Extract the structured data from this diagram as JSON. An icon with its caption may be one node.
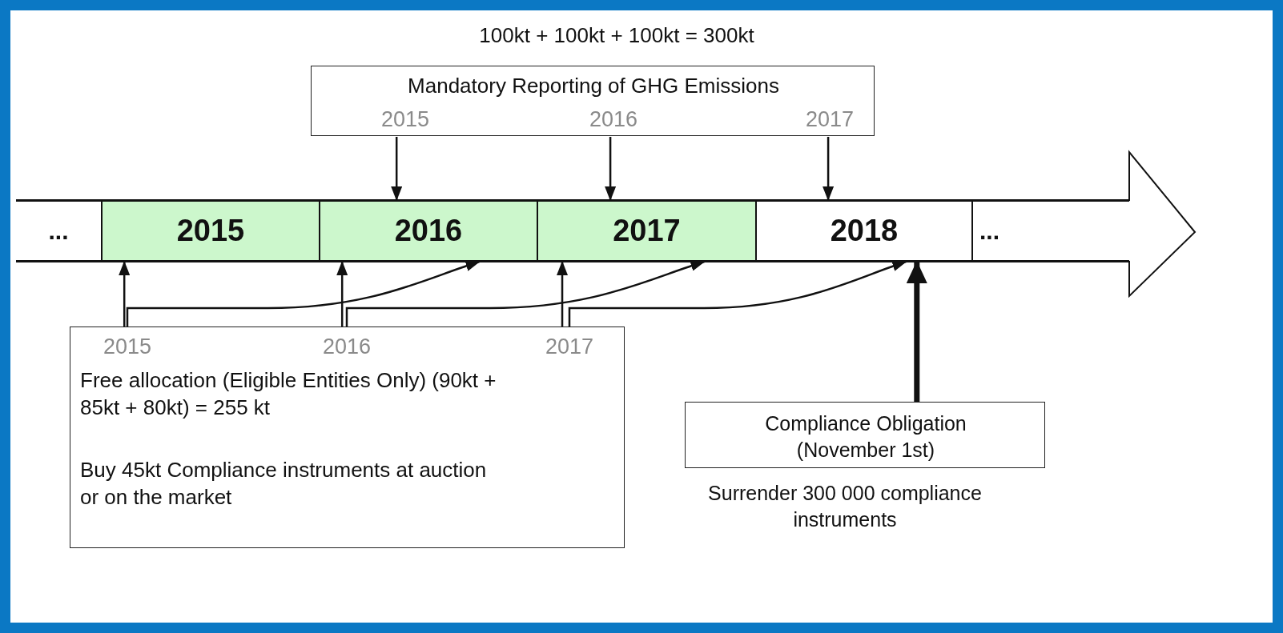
{
  "diagram": {
    "nodes": [
      {
        "text": [
          "..."
        ]
      },
      {
        "text": [
          "2015"
        ]
      },
      {
        "text": [
          "2016"
        ]
      },
      {
        "text": [
          "2017"
        ]
      },
      {
        "text": [
          "2018"
        ]
      },
      {
        "text": [
          "..."
        ]
      },
      {
        "text": [
          "Mandatory Reporting of GHG Emissions"
        ]
      },
      {
        "text": [
          "2015"
        ],
        "in": 6
      },
      {
        "text": [
          "2016"
        ],
        "in": 6
      },
      {
        "text": [
          "2017"
        ],
        "in": 6
      },
      {
        "text": [
          "Free allocation (Eligible Entities Only) (90kt + 85kt + 80kt) = 255 kt",
          "Buy 45kt Compliance instruments at auction or on the market"
        ]
      },
      {
        "text": [
          "2015"
        ],
        "in": 10
      },
      {
        "text": [
          "2016"
        ],
        "in": 10
      },
      {
        "text": [
          "2017"
        ],
        "in": 10
      },
      {
        "text": [
          "Compliance Obligation (November 1st)"
        ],
        "beside": [
          "Surrender 300 000 compliance instruments"
        ]
      }
    ],
    "edges": [
      {
        "from": 7,
        "to": 2,
        "arrow": "to"
      },
      {
        "from": 8,
        "to": 3,
        "arrow": "to"
      },
      {
        "from": 9,
        "to": 4,
        "arrow": "to"
      },
      {
        "from": 11,
        "to": 1,
        "arrow": "to"
      },
      {
        "from": 11,
        "to": 2,
        "arrow": "to"
      },
      {
        "from": 12,
        "to": 2,
        "arrow": "to"
      },
      {
        "from": 12,
        "to": 3,
        "arrow": "to"
      },
      {
        "from": 13,
        "to": 3,
        "arrow": "to"
      },
      {
        "from": 13,
        "to": 4,
        "arrow": "to"
      },
      {
        "from": 14,
        "to": 4,
        "arrow": "to",
        "style": "thick"
      }
    ],
    "labels": [
      "100kt + 100kt + 100kt = 300kt"
    ]
  }
}
